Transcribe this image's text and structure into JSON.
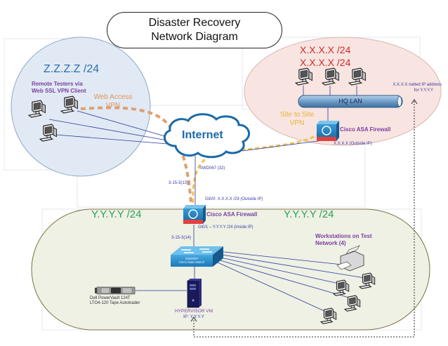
{
  "title": {
    "line1": "Disaster Recovery",
    "line2": "Network Diagram"
  },
  "remote_site": {
    "subnet": "Z.Z.Z.Z /24",
    "description_line1": "Remote Testers via",
    "description_line2": "Web SSL VPN Client",
    "vpn_label_line1": "Web Access",
    "vpn_label_line2": "VPN",
    "workstation_count": 3
  },
  "hq_site": {
    "subnet_line1": "X.X.X.X /24",
    "subnet_line2": "X.X.X.X /24",
    "lan_label": "HQ LAN",
    "nat_note_line1": "X.X.X.X natted IP address",
    "nat_note_line2": "for Y.Y.Y.Y",
    "vpn_label_line1": "Site to Site",
    "vpn_label_line2": "VPN",
    "firewall_label": "Cisco ASA Firewall",
    "outside_ip": "X.X.X.X (Outside IP)",
    "workstation_count": 3
  },
  "internet": {
    "label": "Internet",
    "uplink_label": "SWD067 (32)",
    "port_label": "3-15-3(13)"
  },
  "dr_site": {
    "subnet_left": "Y.Y.Y.Y /24",
    "subnet_right": "Y.Y.Y.Y /24",
    "firewall_label": "Cisco ASA Firewall",
    "outside_interface": "Gi0/0: X.X.X.X /29 (Outside IP)",
    "inside_interface": "Gi0/1 – Y.Y.Y.Y /24 (Inside IP)",
    "switch_port": "3-15-3(14)",
    "switch_label_line1": "SWD0##",
    "switch_label_line2": "Cisco Data Switch",
    "tape_line1": "Dell PowerVault 124T",
    "tape_line2": "LTO4-120 Tape Autoloader",
    "hypervisor_line1": "HYPERVISOR VM",
    "hypervisor_line2": "IP: Y.Y.Y.Y",
    "workstations_line1": "Workstations on Test",
    "workstations_line2": "Network (4)"
  },
  "colors": {
    "remote_circle": "#dce6f2",
    "hq_ellipse": "#f8e4e0",
    "dr_area": "#eef1e4",
    "web_vpn": "#e0935a",
    "site_vpn": "#f2c24e",
    "link": "#2a3a9a"
  }
}
